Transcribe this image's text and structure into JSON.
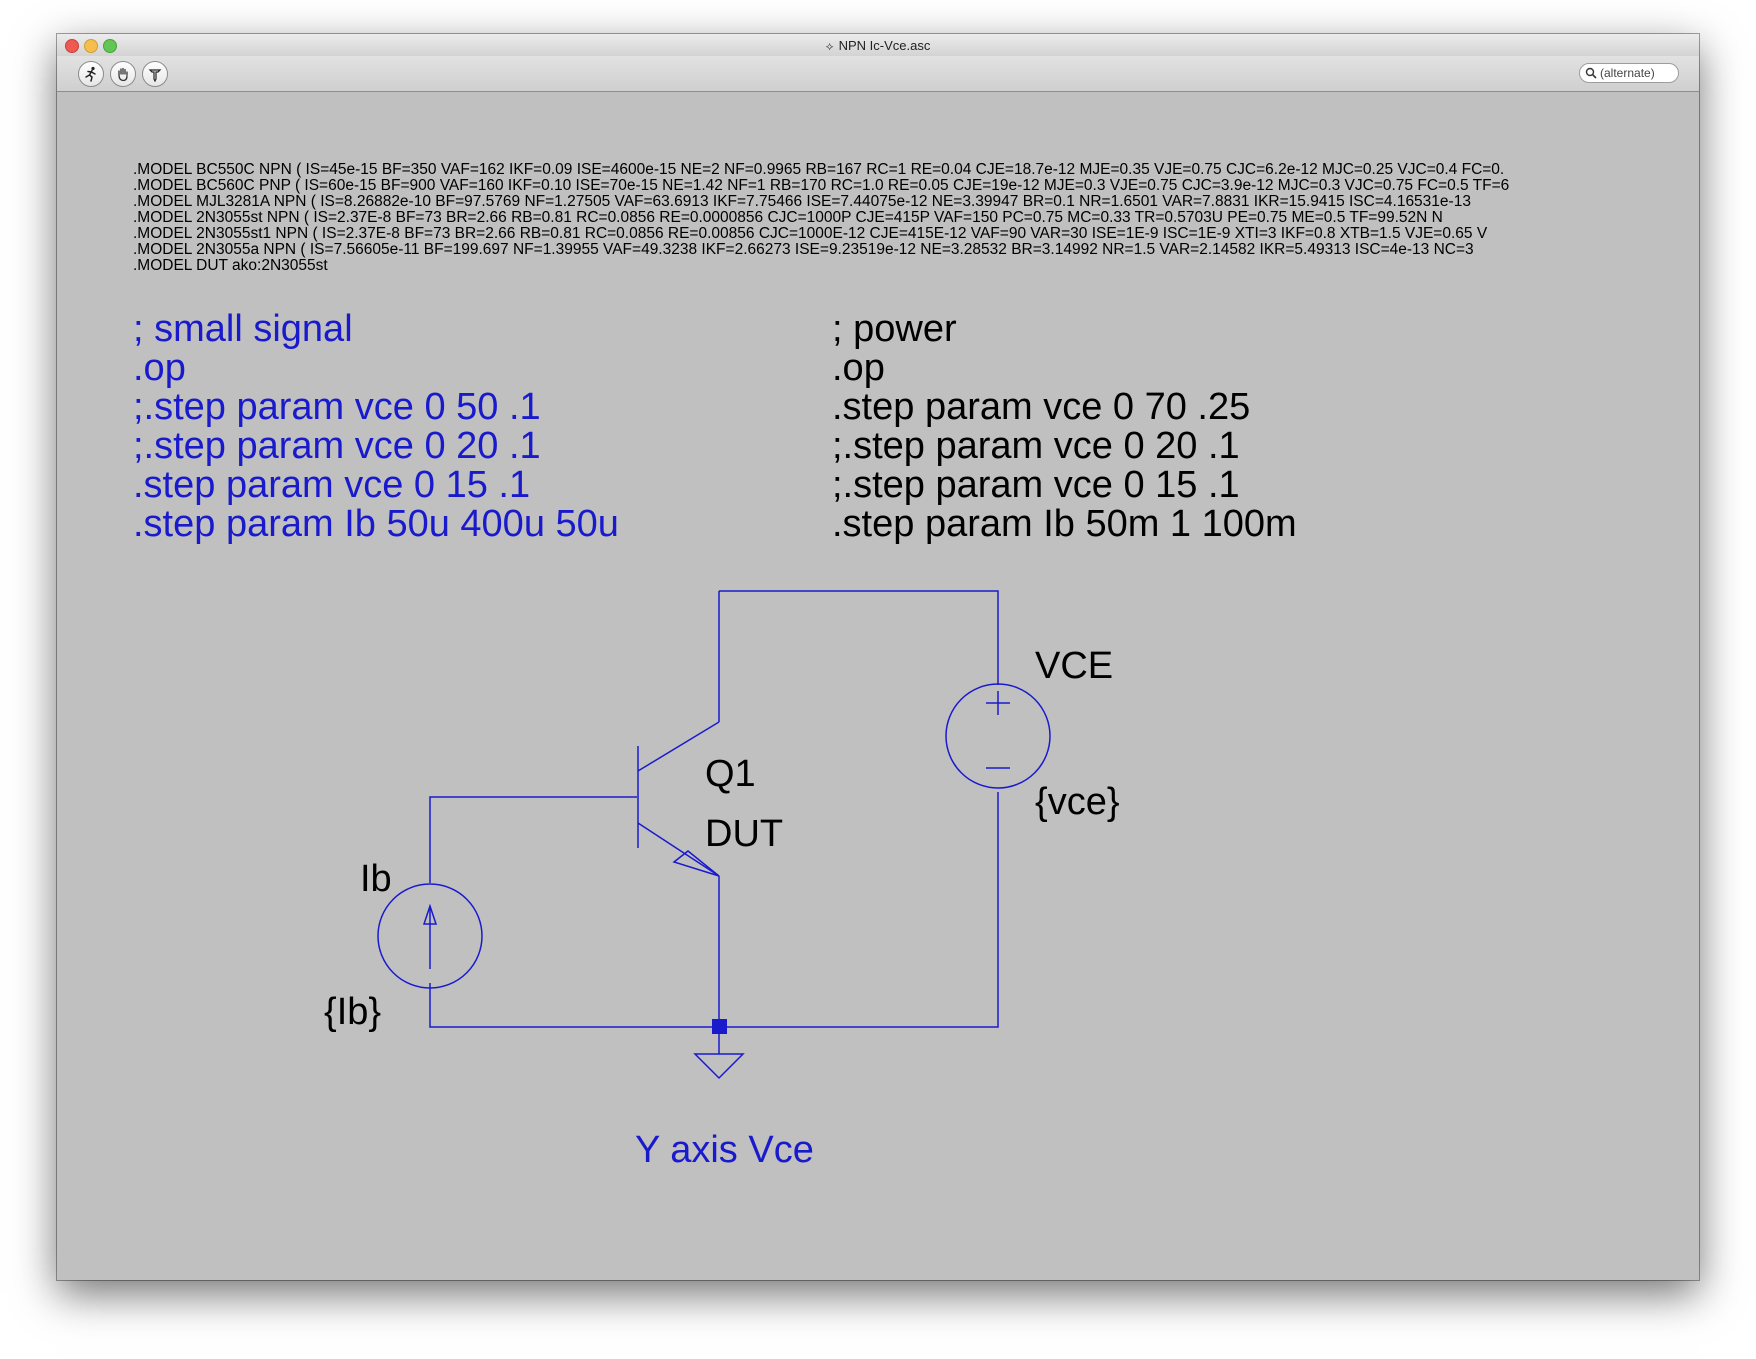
{
  "window": {
    "title": "NPN Ic-Vce.asc",
    "title_icon": "ltspice-schematic-icon"
  },
  "toolbar": {
    "buttons": [
      {
        "name": "run-button",
        "icon": "running-man-icon"
      },
      {
        "name": "pan-button",
        "icon": "hand-icon"
      },
      {
        "name": "probe-button",
        "icon": "probe-icon"
      }
    ],
    "search_placeholder": "(alternate)"
  },
  "models": [
    ".MODEL BC550C NPN ( IS=45e-15 BF=350 VAF=162 IKF=0.09 ISE=4600e-15 NE=2 NF=0.9965 RB=167 RC=1 RE=0.04 CJE=18.7e-12 MJE=0.35 VJE=0.75 CJC=6.2e-12 MJC=0.25 VJC=0.4 FC=0.",
    ".MODEL BC560C PNP ( IS=60e-15 BF=900 VAF=160 IKF=0.10 ISE=70e-15 NE=1.42 NF=1 RB=170 RC=1.0 RE=0.05 CJE=19e-12 MJE=0.3 VJE=0.75 CJC=3.9e-12 MJC=0.3 VJC=0.75 FC=0.5 TF=6",
    ".MODEL MJL3281A NPN ( IS=8.26882e-10 BF=97.5769 NF=1.27505 VAF=63.6913 IKF=7.75466 ISE=7.44075e-12 NE=3.39947 BR=0.1 NR=1.6501 VAR=7.8831 IKR=15.9415 ISC=4.16531e-13",
    ".MODEL 2N3055st   NPN ( IS=2.37E-8 BF=73 BR=2.66 RB=0.81 RC=0.0856 RE=0.0000856 CJC=1000P      CJE=415P       VAF=150 PC=0.75 MC=0.33 TR=0.5703U PE=0.75 ME=0.5 TF=99.52N N",
    ".MODEL 2N3055st1 NPN ( IS=2.37E-8 BF=73 BR=2.66 RB=0.81 RC=0.0856 RE=0.00856      CJC=1000E-12 CJE=415E-12 VAF=90 VAR=30 ISE=1E-9 ISC=1E-9 XTI=3 IKF=0.8 XTB=1.5 VJE=0.65 V",
    ".MODEL 2N3055a NPN ( IS=7.56605e-11 BF=199.697 NF=1.39955 VAF=49.3238 IKF=2.66273 ISE=9.23519e-12 NE=3.28532 BR=3.14992 NR=1.5 VAR=2.14582 IKR=5.49313 ISC=4e-13 NC=3",
    ".MODEL DUT ako:2N3055st"
  ],
  "small_signal": [
    "; small signal",
    ".op",
    ";.step param vce 0 50 .1",
    ";.step param vce 0 20 .1",
    ".step param vce 0 15 .1",
    ".step param Ib 50u 400u 50u"
  ],
  "power": [
    "; power",
    ".op",
    ".step param vce 0 70 .25",
    ";.step param vce 0 20 .1",
    ";.step param vce 0 15 .1",
    ".step param Ib 50m 1 100m"
  ],
  "components": {
    "transistor": {
      "ref": "Q1",
      "model": "DUT"
    },
    "voltage_source": {
      "ref": "VCE",
      "value": "{vce}"
    },
    "current_source": {
      "ref": "Ib",
      "value": "{Ib}"
    }
  },
  "comment": "Y axis Vce",
  "colors": {
    "wire": "#1a1acd",
    "directive_blue": "#1a1acd",
    "background": "#c0c0c0"
  }
}
